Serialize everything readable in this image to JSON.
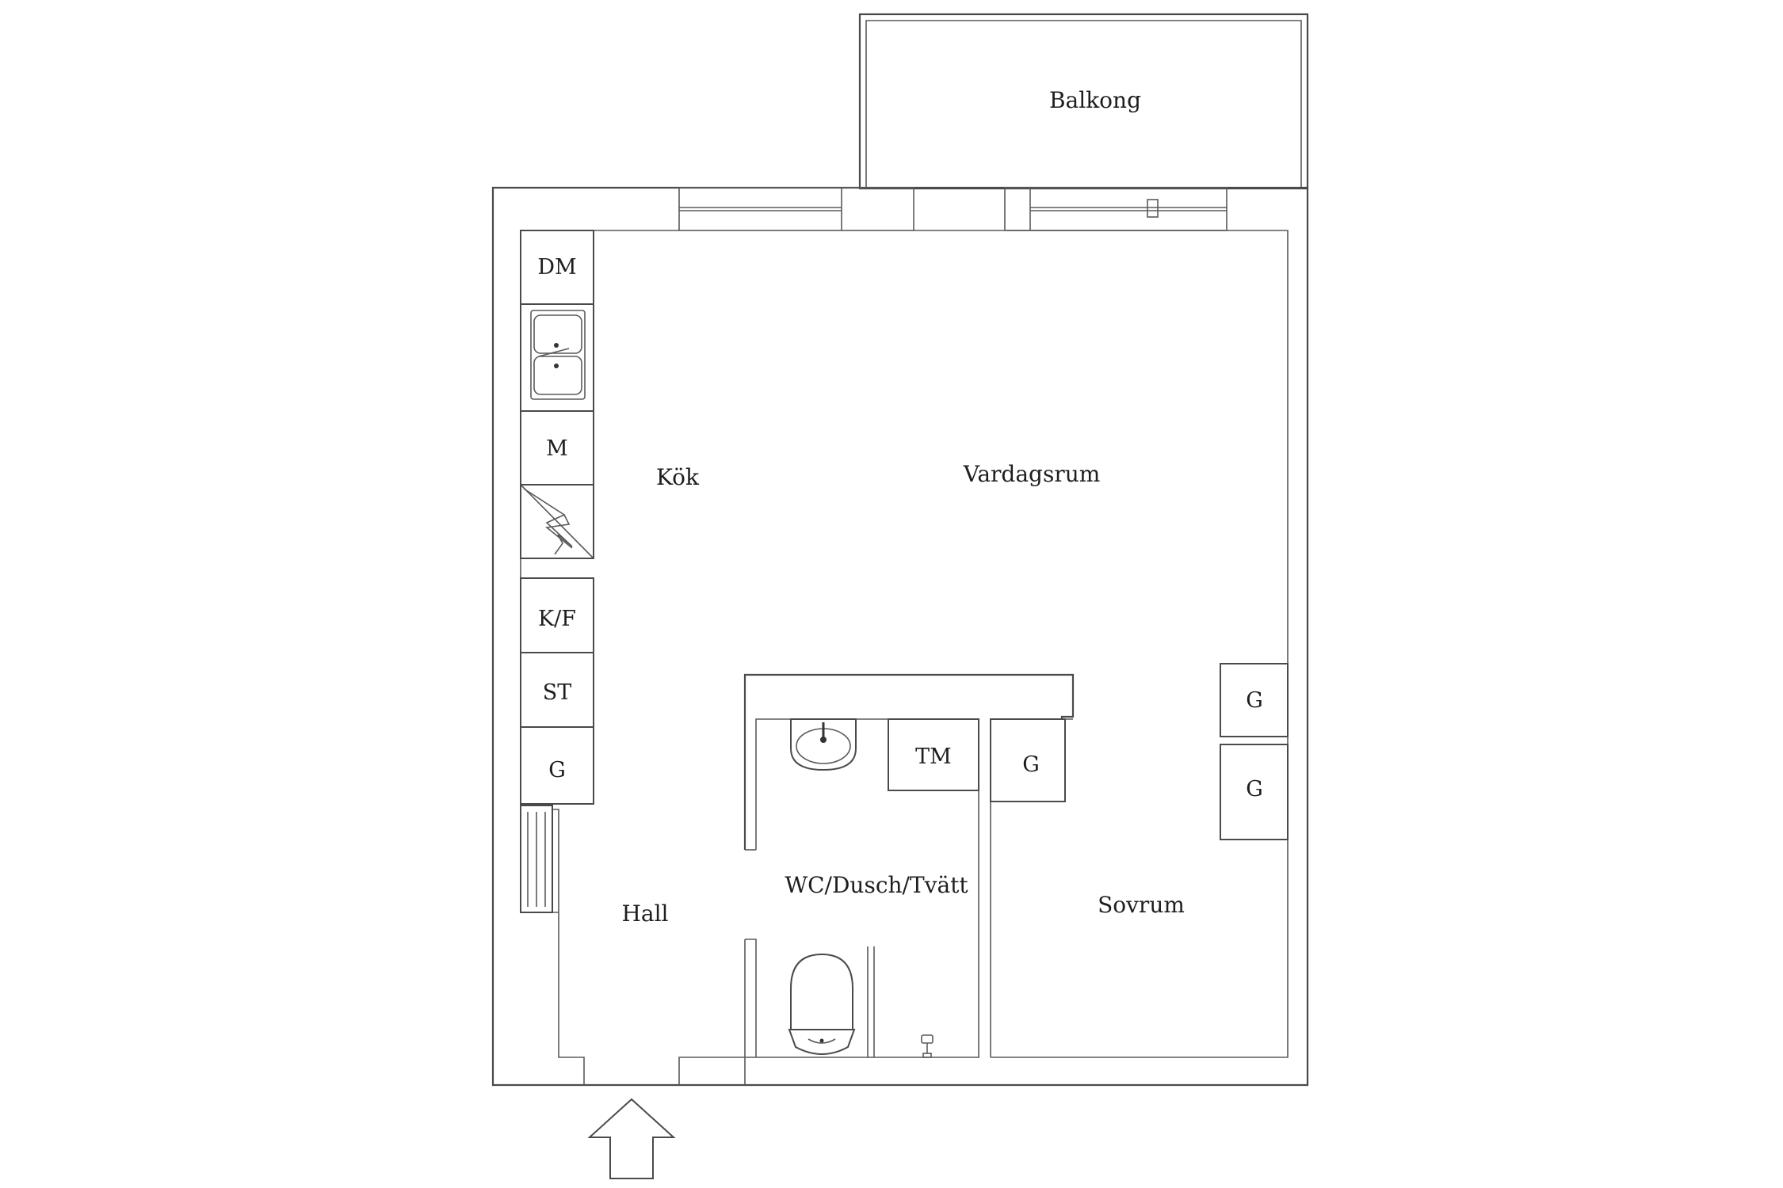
{
  "rooms": {
    "balkong": "Balkong",
    "kok": "Kök",
    "vardagsrum": "Vardagsrum",
    "hall": "Hall",
    "wc": "WC/Dusch/Tvätt",
    "sovrum": "Sovrum"
  },
  "units": {
    "dm": "DM",
    "m": "M",
    "kf": "K/F",
    "st": "ST",
    "g_kitchen": "G",
    "tm": "TM",
    "g_closet_mid": "G",
    "g_closet_right_top": "G",
    "g_closet_right_bottom": "G"
  },
  "icons": {
    "sink": "double-sink-icon",
    "stove": "cooktop-icon",
    "radiator": "radiator-icon",
    "washbasin": "washbasin-icon",
    "toilet": "toilet-icon",
    "drain": "floor-drain-icon",
    "entrance": "entrance-arrow-icon"
  },
  "colors": {
    "line": "#4a4a4a",
    "background": "#ffffff",
    "text": "#1e1e1e"
  }
}
